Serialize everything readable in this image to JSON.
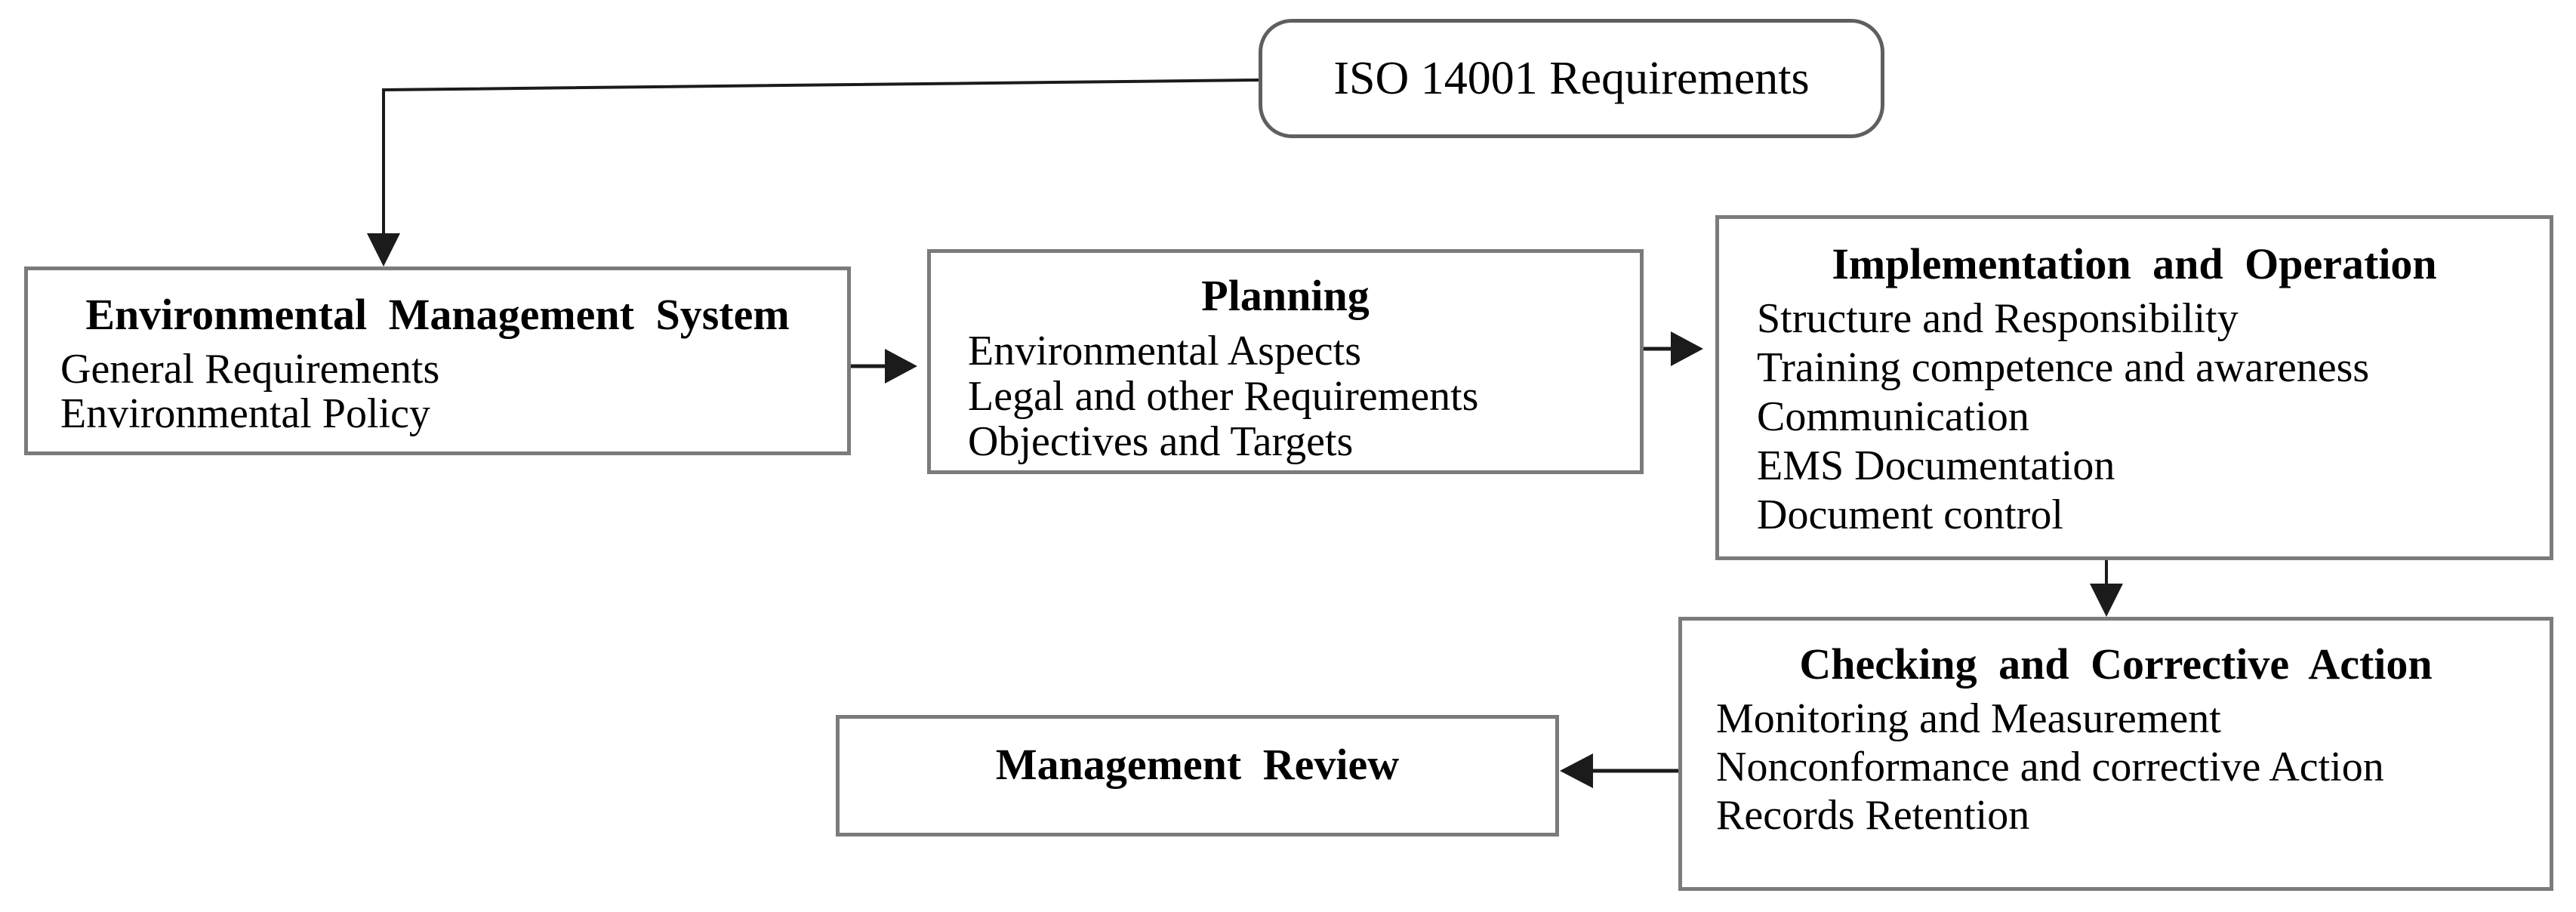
{
  "diagram": {
    "iso": {
      "label": "ISO 14001 Requirements"
    },
    "ems": {
      "title": "Environmental Management System",
      "items": [
        "General Requirements",
        "Environmental Policy"
      ]
    },
    "planning": {
      "title": "Planning",
      "items": [
        "Environmental Aspects",
        "Legal and other Requirements",
        "Objectives and Targets"
      ]
    },
    "implementation": {
      "title": "Implementation and Operation",
      "items": [
        "Structure and Responsibility",
        "Training competence and awareness",
        "Communication",
        "EMS Documentation",
        "Document control"
      ]
    },
    "checking": {
      "title": "Checking and Corrective Action",
      "items": [
        "Monitoring and Measurement",
        "Nonconformance and corrective Action",
        "Records Retention"
      ]
    },
    "review": {
      "title": "Management Review"
    }
  },
  "colors": {
    "border": "#7b7b7b",
    "border_iso": "#5f5f5f",
    "arrow": "#1b1b1b",
    "text": "#000000",
    "background": "#ffffff"
  }
}
